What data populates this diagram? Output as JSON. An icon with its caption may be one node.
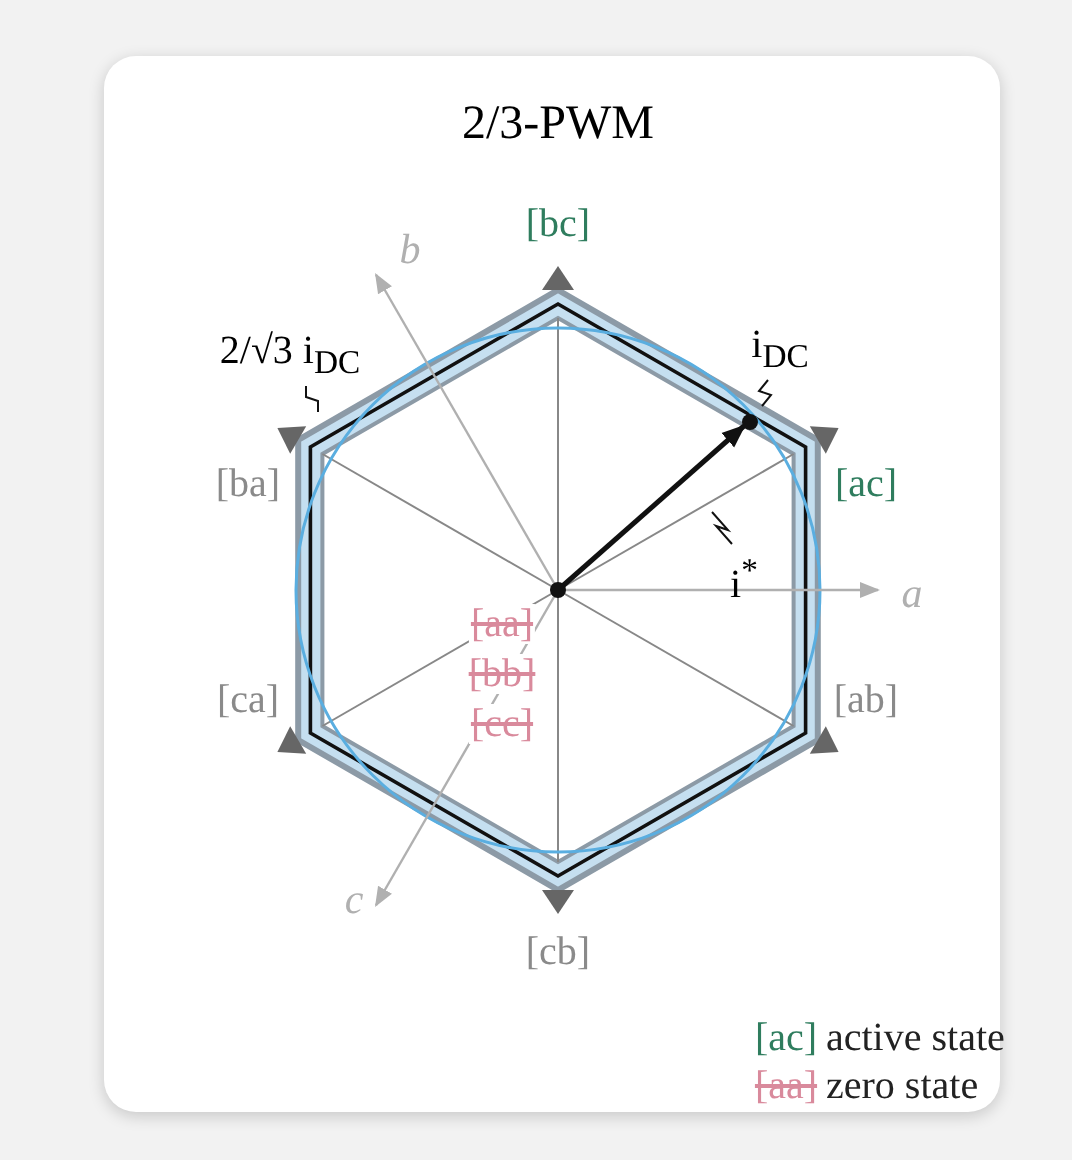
{
  "diagram": {
    "title": "2/3-PWM",
    "nodes": [
      {
        "text": [
          "2/√3 i$_{DC}$"
        ]
      },
      {
        "text": [
          "i$_{DC}$"
        ]
      },
      {
        "text": [
          "i$^{*}$"
        ]
      }
    ],
    "edges": [
      {
        "from": 0,
        "to": null,
        "arrow": "none"
      },
      {
        "from": 1,
        "to": null,
        "arrow": "none"
      },
      {
        "from": 2,
        "to": null,
        "arrow": "none"
      }
    ],
    "labels": [
      "[bc]",
      "b",
      "[ba]",
      "[ac]",
      "a",
      "[aa]",
      "[bb]",
      "[cc]",
      "[ca]",
      "[ab]",
      "c",
      "[cb]",
      "[ac]",
      "[aa]"
    ],
    "legend": [
      {
        "text": "active state",
        "color": "#2f7d5e"
      },
      {
        "text": "zero state",
        "color": "#d98a9c"
      }
    ]
  }
}
